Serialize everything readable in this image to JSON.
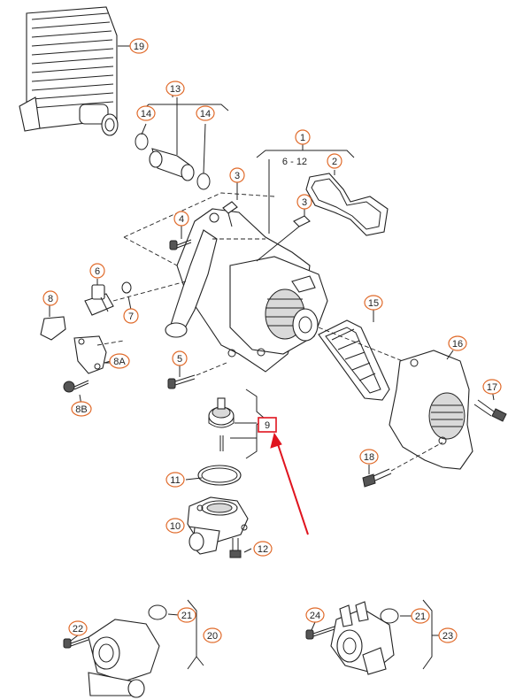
{
  "callouts": {
    "c1": "1",
    "c2": "2",
    "c3a": "3",
    "c3b": "3",
    "c4": "4",
    "c5": "5",
    "c6": "6",
    "c7": "7",
    "c8": "8",
    "c8A": "8A",
    "c8B": "8B",
    "c9": "9",
    "c10": "10",
    "c11": "11",
    "c12": "12",
    "c13": "13",
    "c14a": "14",
    "c14b": "14",
    "c15": "15",
    "c16": "16",
    "c17": "17",
    "c18": "18",
    "c19": "19",
    "c20": "20",
    "c21a": "21",
    "c21b": "21",
    "c22": "22",
    "c23": "23",
    "c24": "24"
  },
  "labels": {
    "range_6_12": "6 - 12"
  },
  "colors": {
    "callout_border": "#e06a2a",
    "highlight": "#e0141e",
    "arrow": "#e0141e",
    "line": "#222222"
  },
  "highlight": {
    "target": "9"
  }
}
